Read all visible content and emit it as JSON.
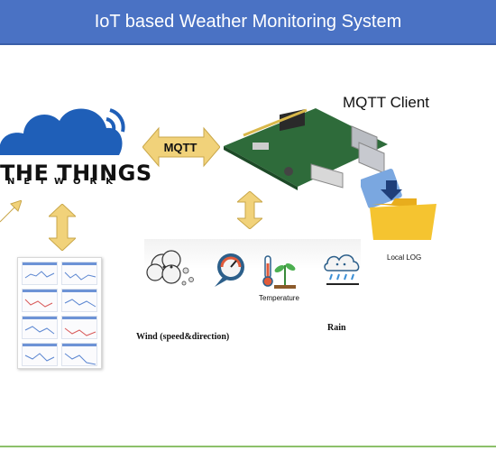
{
  "header": {
    "title": "IoT based Weather Monitoring System"
  },
  "ttn": {
    "line1": "THE THINGS",
    "line2": "NETWORK"
  },
  "mqtt": {
    "arrow_label": "MQTT"
  },
  "client": {
    "label": "MQTT Client"
  },
  "local_log": {
    "label": "Local LOG"
  },
  "sensors": {
    "temperature_label": "Temperature",
    "rain_label": "Rain",
    "wind_label": "Wind (speed&direction)"
  },
  "colors": {
    "header_bg": "#4a72c4",
    "cloud_blue": "#1f5fb8",
    "arrow_yellow": "#f1d27a",
    "folder_yellow": "#f5c430",
    "board_green": "#2e6b3a",
    "footer_green": "#8cc06a"
  }
}
